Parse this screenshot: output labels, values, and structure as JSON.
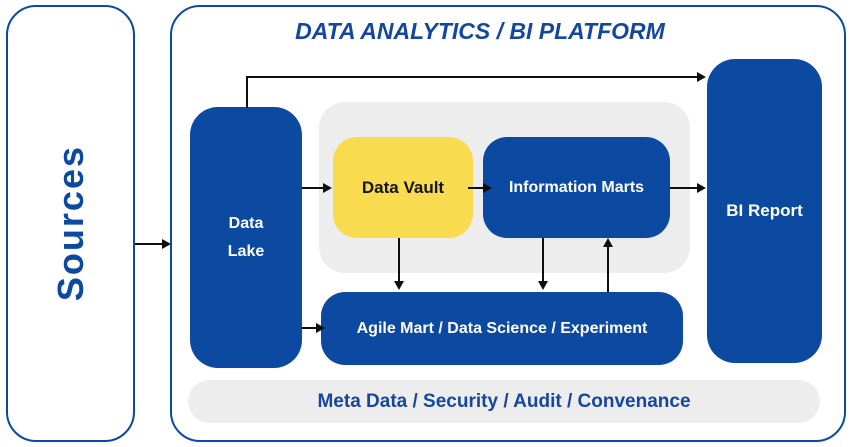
{
  "title": "DATA ANALYTICS / BI PLATFORM",
  "nodes": {
    "sources": {
      "label": "Sources"
    },
    "data_lake": {
      "label": "Data Lake"
    },
    "data_vault": {
      "label": "Data Vault"
    },
    "information_marts": {
      "label": "Information Marts"
    },
    "bi_report": {
      "label": "BI Report"
    },
    "agile_mart": {
      "label": "Agile Mart / Data Science / Experiment"
    },
    "meta_services": {
      "label": "Meta Data / Security / Audit / Convenance"
    }
  },
  "edges": [
    {
      "from": "Sources",
      "to": "Data Analytics / BI Platform (Data Lake)",
      "direction": "right"
    },
    {
      "from": "Data Lake",
      "to": "BI Report",
      "direction": "up-then-right",
      "route": "top"
    },
    {
      "from": "Data Lake",
      "to": "Data Vault",
      "direction": "right"
    },
    {
      "from": "Data Vault",
      "to": "Information Marts",
      "direction": "right"
    },
    {
      "from": "Information Marts",
      "to": "BI Report",
      "direction": "right"
    },
    {
      "from": "Data Vault",
      "to": "Agile Mart / Data Science / Experiment",
      "direction": "down"
    },
    {
      "from": "Information Marts",
      "to": "Agile Mart / Data Science / Experiment",
      "direction": "down"
    },
    {
      "from": "Agile Mart / Data Science / Experiment",
      "to": "Information Marts",
      "direction": "up"
    },
    {
      "from": "Data Lake",
      "to": "Agile Mart / Data Science / Experiment",
      "direction": "right"
    }
  ],
  "colors": {
    "primary_blue": "#0c4aa2",
    "title_blue": "#16479f",
    "accent_yellow": "#f9db4f",
    "panel_gray": "#ededed",
    "arrow_black": "#0f0f0f",
    "text_white": "#ffffff",
    "text_black": "#141414",
    "background": "#ffffff"
  }
}
